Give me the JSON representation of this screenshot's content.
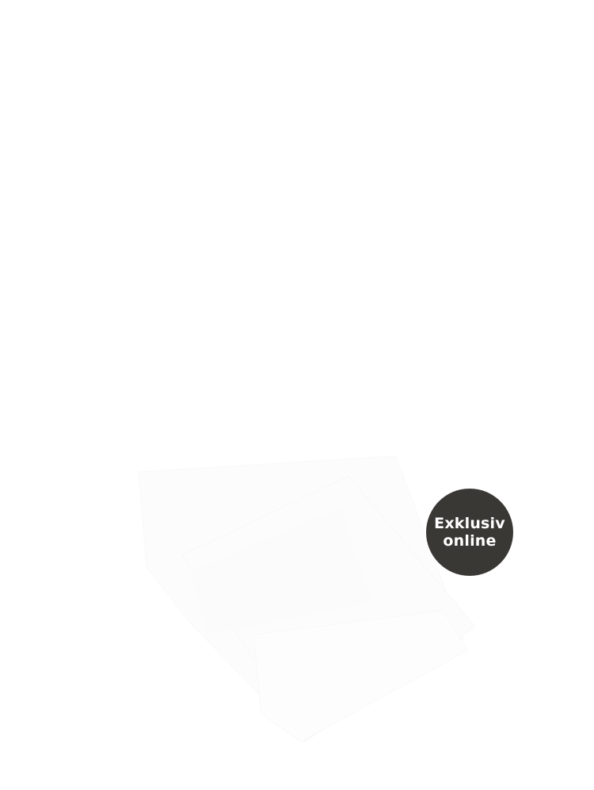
{
  "badge": {
    "line1": "Exklusiv",
    "line2": "online",
    "background_color": "#3a3835",
    "text_color": "#ffffff"
  },
  "product_image": {
    "description_icon": "folded-cloth-product-photo"
  }
}
